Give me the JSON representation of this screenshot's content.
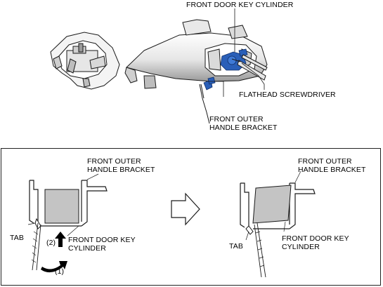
{
  "top_labels": {
    "key_cylinder": "FRONT DOOR KEY CYLINDER",
    "screwdriver": "FLATHEAD SCREWDRIVER",
    "bracket_line1": "FRONT OUTER",
    "bracket_line2": "HANDLE BRACKET"
  },
  "left_detail": {
    "bracket_line1": "FRONT OUTER",
    "bracket_line2": "HANDLE BRACKET",
    "tab": "TAB",
    "step2": "(2)",
    "step1": "(1)",
    "cylinder_line1": "FRONT DOOR KEY",
    "cylinder_line2": "CYLINDER"
  },
  "right_detail": {
    "bracket_line1": "FRONT OUTER",
    "bracket_line2": "HANDLE BRACKET",
    "tab": "TAB",
    "cylinder_line1": "FRONT DOOR KEY",
    "cylinder_line2": "CYLINDER"
  },
  "colors": {
    "cylinder_blue": "#2a5fb8",
    "cylinder_fill": "#c4c4c4",
    "line": "#1a1a1a"
  }
}
